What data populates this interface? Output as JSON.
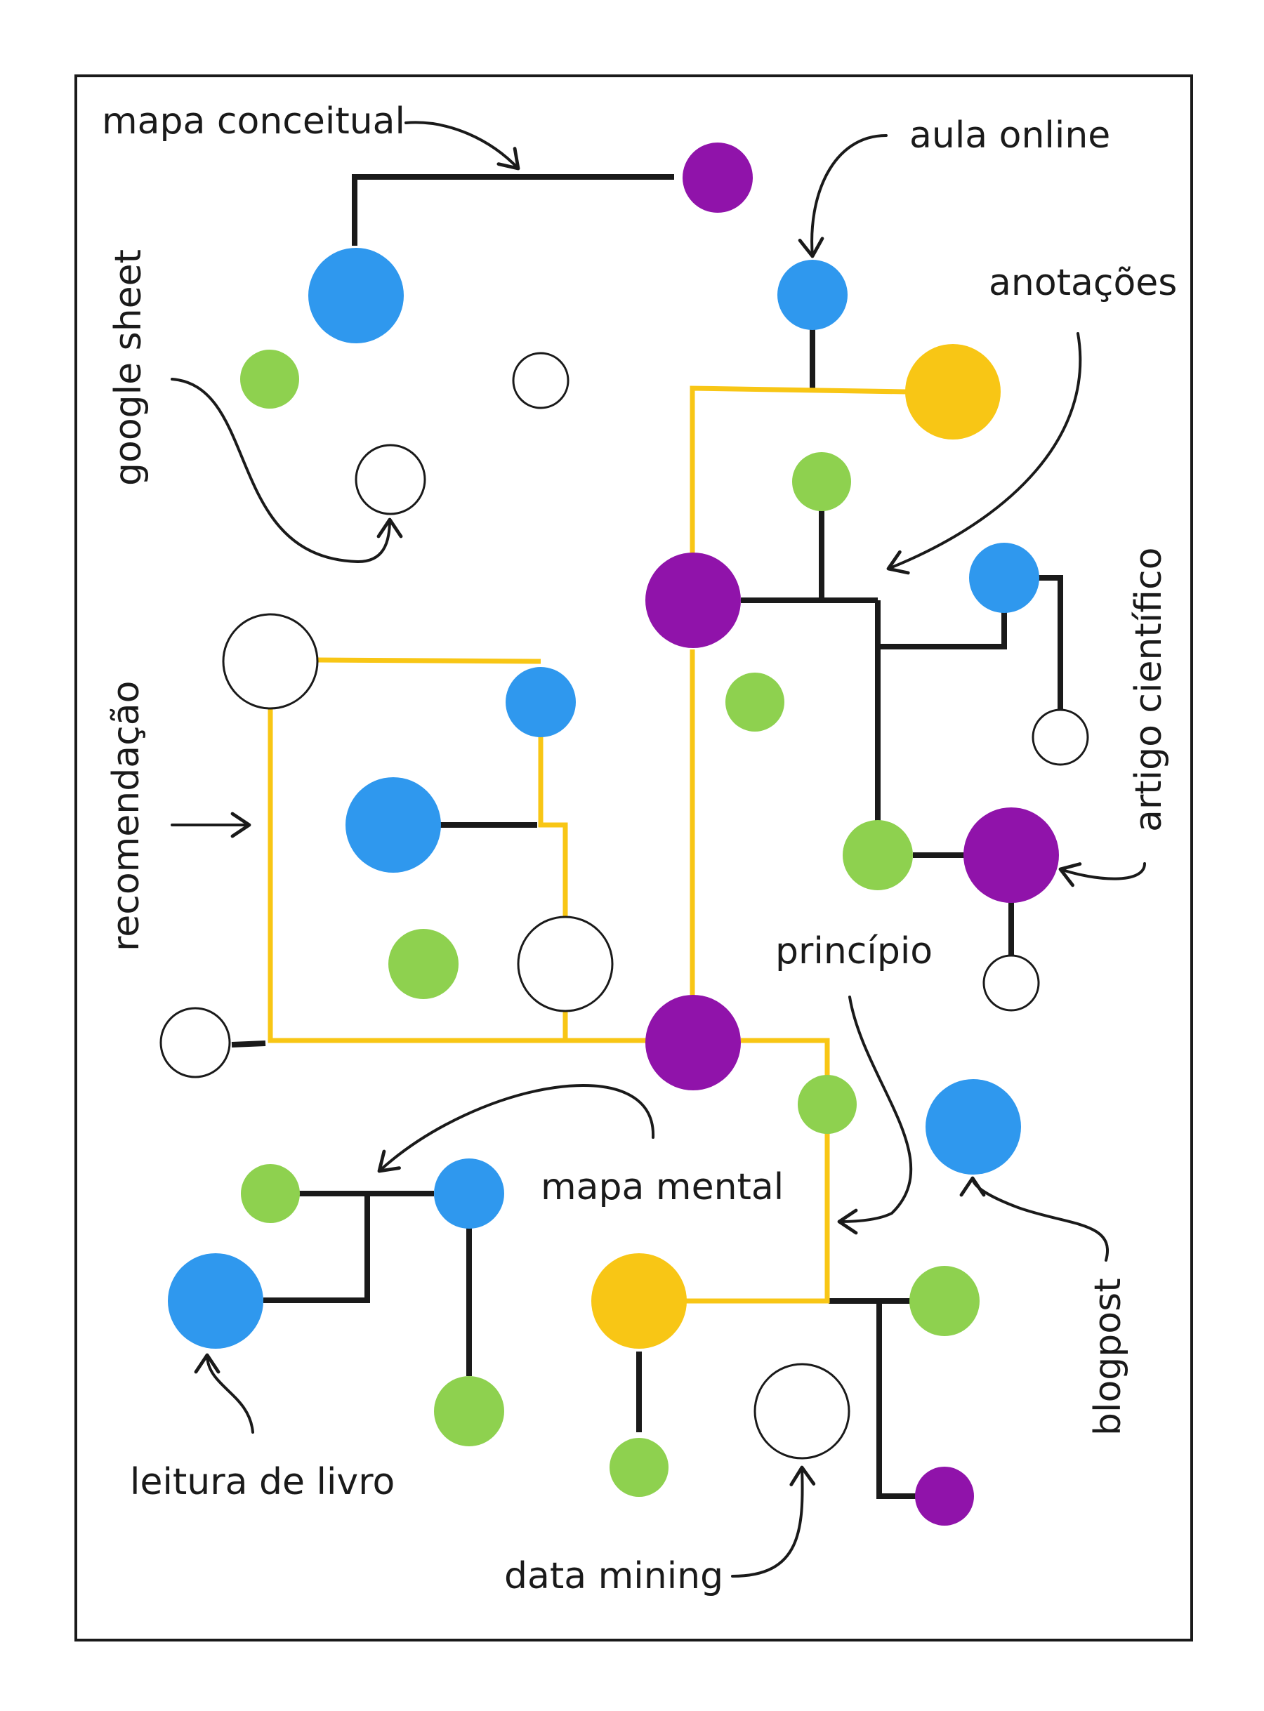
{
  "colors": {
    "purple": "#9013aa",
    "blue": "#2f98ee",
    "green": "#8ed14f",
    "yellow": "#f8c615",
    "black_line": "#1a1a1a",
    "yellow_line": "#f8c615"
  },
  "labels": {
    "mapa_conceitual": "mapa conceitual",
    "aula_online": "aula online",
    "anotacoes": "anotações",
    "google_sheet": "google sheet",
    "artigo_cientifico": "artigo científico",
    "recomendacao": "recomendação",
    "principio": "princípio",
    "mapa_mental": "mapa mental",
    "blogpost": "blogpost",
    "leitura_de_livro": "leitura de livro",
    "data_mining": "data mining"
  }
}
